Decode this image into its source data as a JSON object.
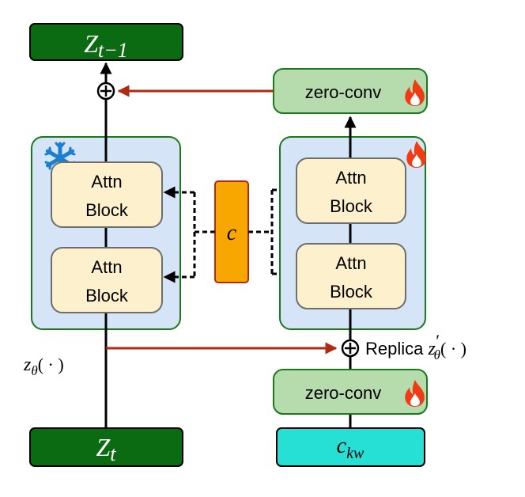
{
  "nodes": {
    "z_prev": {
      "base": "Z",
      "sub": "t−1"
    },
    "z_t": {
      "base": "Z",
      "sub": "t"
    },
    "zero_conv_top": {
      "label": "zero-conv"
    },
    "zero_conv_bottom": {
      "label": "zero-conv"
    },
    "condition": {
      "label": "c"
    },
    "c_kw": {
      "base": "c",
      "sub": "kw"
    },
    "frozen_blocks": [
      {
        "line1": "Attn",
        "line2": "Block"
      },
      {
        "line1": "Attn",
        "line2": "Block"
      }
    ],
    "trainable_blocks": [
      {
        "line1": "Attn",
        "line2": "Block"
      },
      {
        "line1": "Attn",
        "line2": "Block"
      }
    ]
  },
  "labels": {
    "frozen_model": {
      "base": "z",
      "sub": "θ",
      "args": "( · )"
    },
    "replica": {
      "prefix": "Replica ",
      "base": "z",
      "prime": "′",
      "sub": "θ",
      "args": "( · )"
    }
  },
  "icons": {
    "frozen": "snowflake-icon",
    "trainable": "fire-icon"
  },
  "colors": {
    "dark_green": "#0a6b12",
    "light_green": "#b6dcae",
    "panel_blue": "#d6e4f7",
    "block_fill": "#fdf0cc",
    "orange": "#f8a600",
    "cyan": "#27e0d5",
    "red_arrow": "#b02a12",
    "snowflake": "#1a7fd0",
    "flame": "#f03c14"
  }
}
